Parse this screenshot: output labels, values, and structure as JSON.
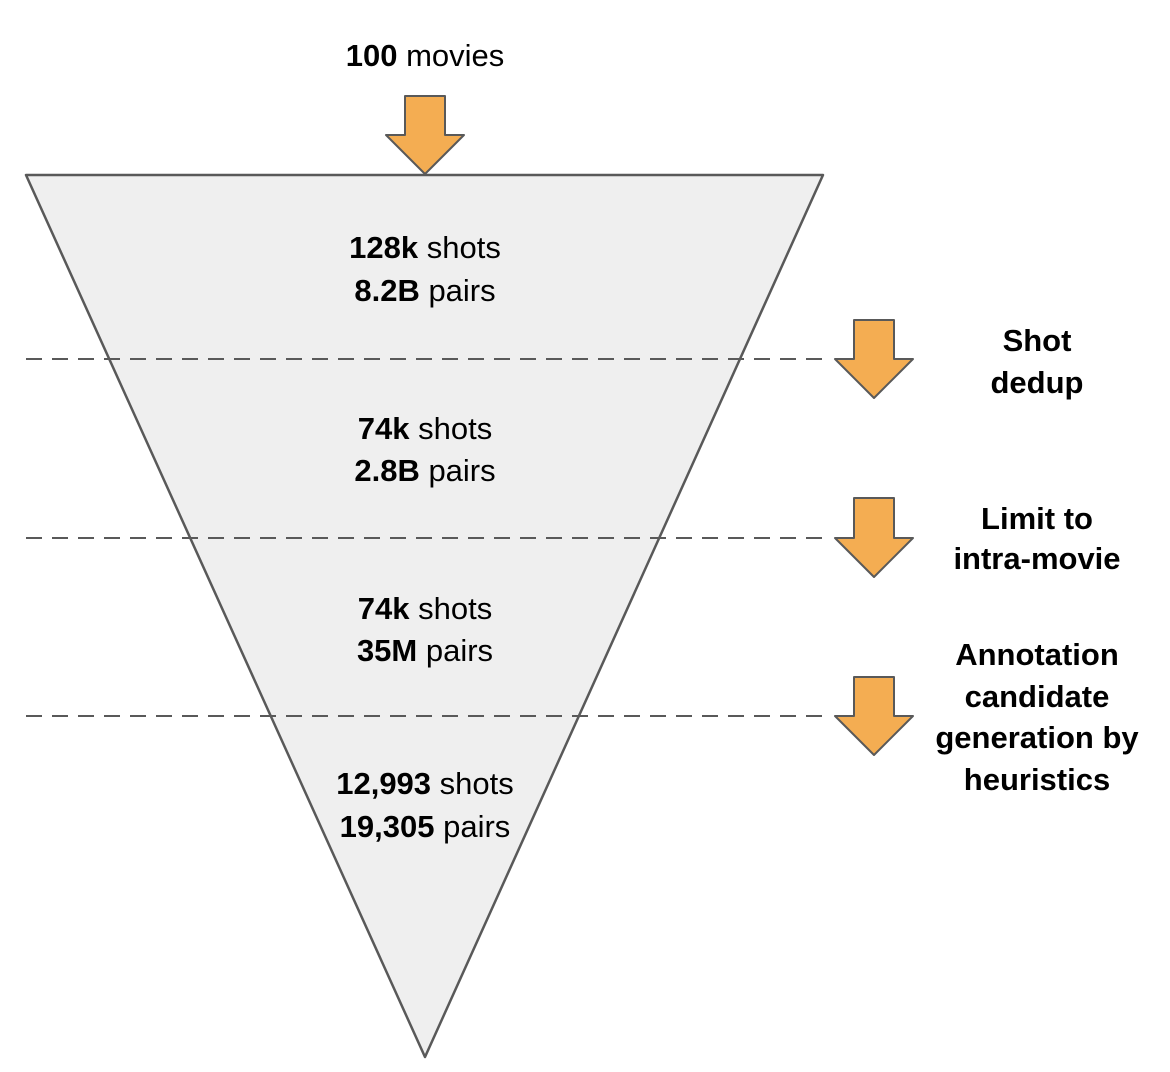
{
  "input": {
    "count": "100",
    "unit": " movies"
  },
  "stages": [
    {
      "shots_value": "128k",
      "shots_unit": " shots",
      "pairs_value": "8.2B",
      "pairs_unit": " pairs"
    },
    {
      "shots_value": "74k",
      "shots_unit": " shots",
      "pairs_value": "2.8B",
      "pairs_unit": " pairs"
    },
    {
      "shots_value": "74k",
      "shots_unit": " shots",
      "pairs_value": "35M",
      "pairs_unit": " pairs"
    },
    {
      "shots_value": "12,993",
      "shots_unit": " shots",
      "pairs_value": "19,305",
      "pairs_unit": " pairs"
    }
  ],
  "filters": [
    {
      "lines": [
        "Shot",
        "dedup"
      ]
    },
    {
      "lines": [
        "Limit to",
        "intra-movie"
      ]
    },
    {
      "lines": [
        "Annotation",
        "candidate",
        "generation by",
        "heuristics"
      ]
    }
  ],
  "colors": {
    "funnel_fill": "#efefef",
    "funnel_stroke": "#595959",
    "arrow_fill": "#f4ad52",
    "arrow_stroke": "#595959",
    "divider": "#595959"
  }
}
